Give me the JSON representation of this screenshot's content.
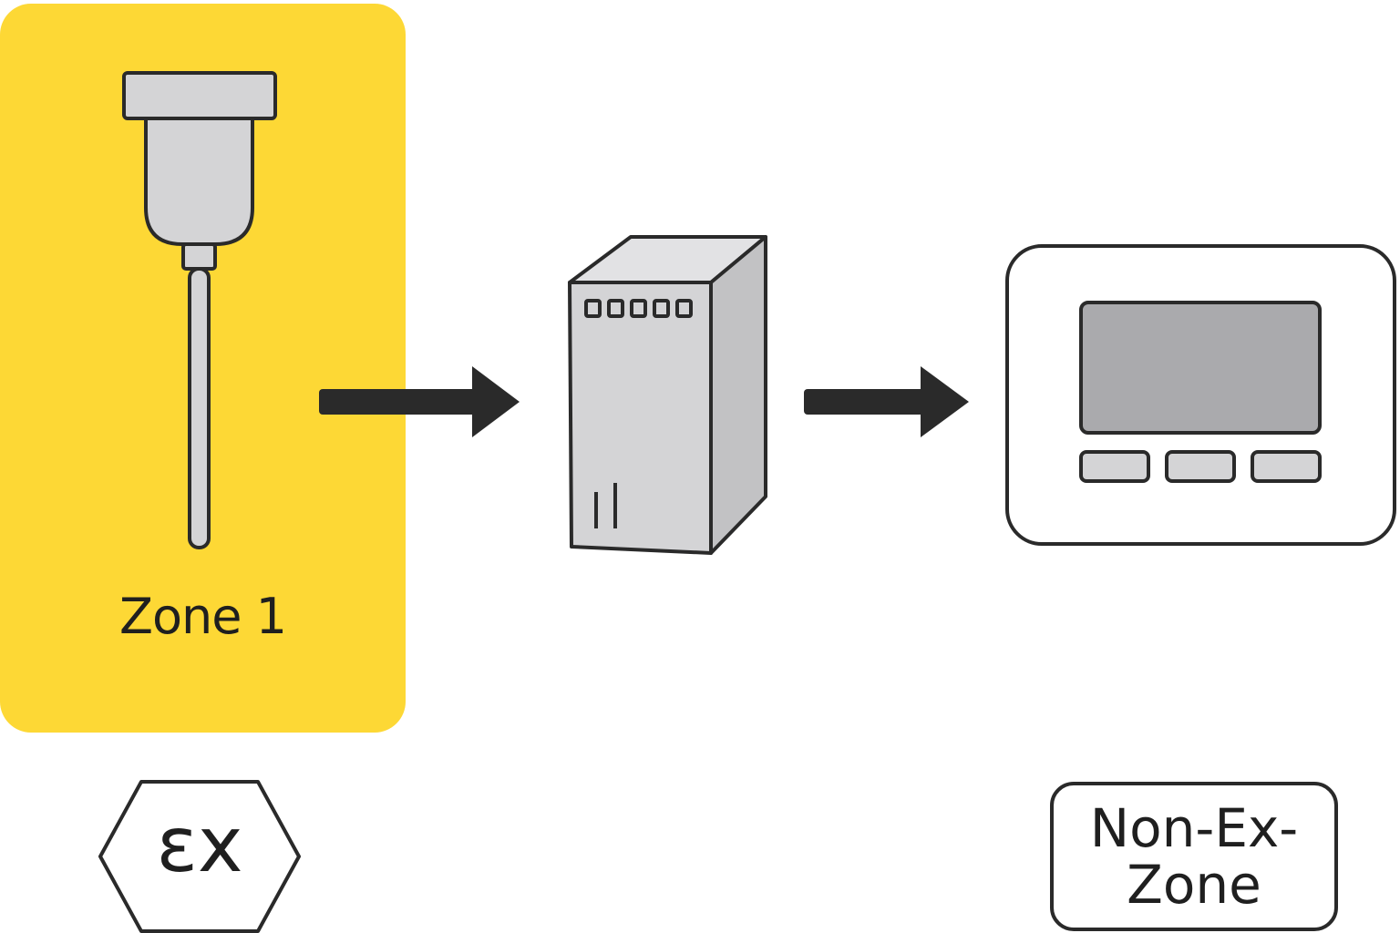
{
  "zone_label": "Zone 1",
  "ex_symbol": "εx",
  "non_ex_zone": {
    "line1": "Non-Ex-",
    "line2": "Zone"
  },
  "colors": {
    "hazard_zone": "#FDD835",
    "outline": "#2a2a2a",
    "device_fill": "#d4d4d6",
    "screen_fill": "#aaaaad",
    "arrow": "#2a2a2a"
  },
  "icons": [
    "sensor-probe-icon",
    "barrier-module-icon",
    "display-unit-icon",
    "ex-hexagon-icon"
  ]
}
